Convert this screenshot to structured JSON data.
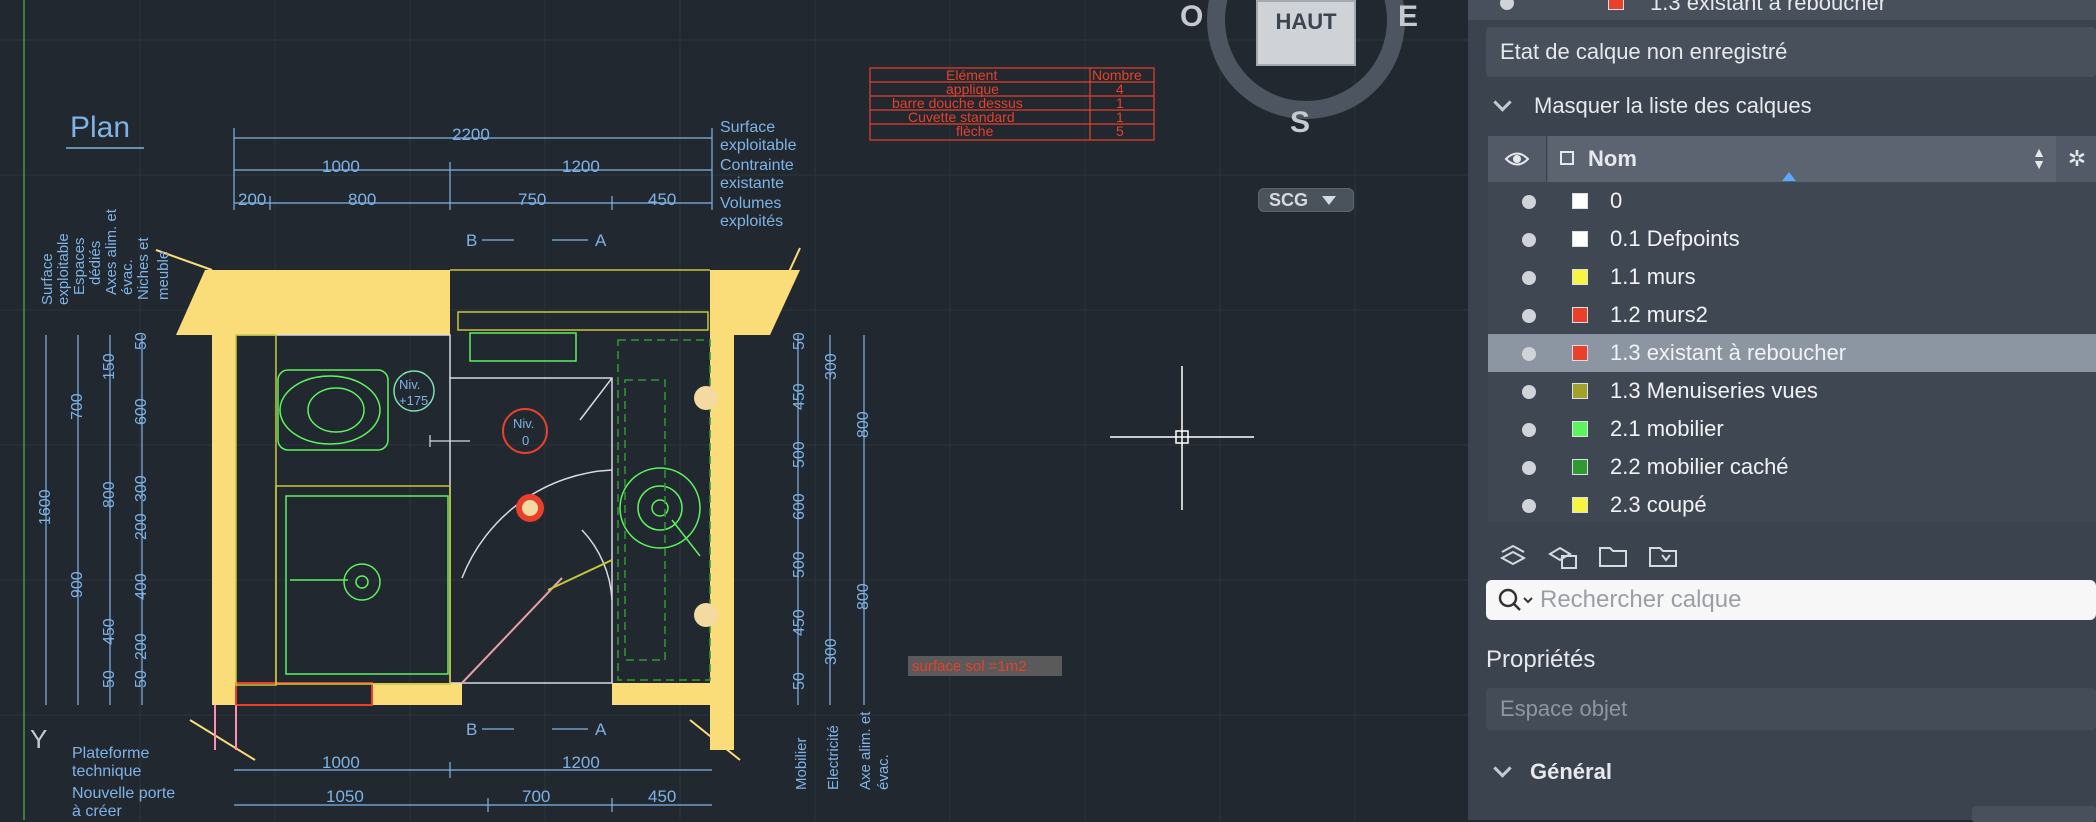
{
  "drawing": {
    "plan_label": "Plan",
    "y_axis": "Y",
    "dims_top": [
      "2200",
      "1000",
      "1200",
      "200",
      "800",
      "750",
      "450"
    ],
    "dims_bottom": [
      "1000",
      "1200",
      "1050",
      "700",
      "450"
    ],
    "dims_right_a": [
      "50",
      "450",
      "500",
      "600",
      "500",
      "450",
      "300",
      "50"
    ],
    "dims_right_b": [
      "300",
      "800",
      "800"
    ],
    "dims_left": [
      "1600",
      "700",
      "800",
      "900",
      "450",
      "150",
      "600",
      "300",
      "200",
      "400",
      "200",
      "50",
      "50",
      "50"
    ],
    "legend_top": [
      "Surface",
      "exploitable",
      "Contrainte",
      "existante",
      "Volumes",
      "exploités"
    ],
    "legend_left": [
      "Surface",
      "exploitable",
      "Espaces",
      "dédiés",
      "Axes alim. et",
      "évac.",
      "Niches et",
      "meuble"
    ],
    "legend_bottom_left": [
      "Plateforme",
      "technique",
      "Nouvelle porte",
      "à créer"
    ],
    "legend_bottom_right": [
      "Mobilier",
      "Electricité",
      "Axe alim. et",
      "évac."
    ],
    "section_marks": [
      "B",
      "A",
      "B",
      "A"
    ],
    "niv_plus": [
      "Niv.",
      "+175"
    ],
    "niv_zero": [
      "Niv.",
      "0"
    ],
    "surface_note": "surface sol =1m2",
    "table": {
      "headers": [
        "Elément",
        "Nombre"
      ],
      "rows": [
        [
          "applique",
          "4"
        ],
        [
          "barre douche dessus",
          "1"
        ],
        [
          "Cuvette standard",
          "1"
        ],
        [
          "flèche",
          "5"
        ]
      ]
    }
  },
  "viewcube": {
    "face": "HAUT",
    "west": "O",
    "east": "E",
    "south": "S"
  },
  "ucs_menu": "SCG",
  "layers_panel": {
    "top_layer_partial": "1.3 existant à reboucher",
    "state": "Etat de calque non enregistré",
    "hide_list": "Masquer la liste des calques",
    "column_name": "Nom",
    "layers": [
      {
        "name": "0",
        "color": "#ffffff"
      },
      {
        "name": "0.1 Defpoints",
        "color": "#ffffff"
      },
      {
        "name": "1.1 murs",
        "color": "#f5f542"
      },
      {
        "name": "1.2 murs2",
        "color": "#e8402a"
      },
      {
        "name": "1.3 existant à reboucher",
        "color": "#e8402a",
        "selected": true
      },
      {
        "name": "1.3 Menuiseries vues",
        "color": "#a3a12e"
      },
      {
        "name": "2.1 mobilier",
        "color": "#5ef25e"
      },
      {
        "name": "2.2 mobilier caché",
        "color": "#2f9a2f"
      },
      {
        "name": "2.3 coupé",
        "color": "#f5f542"
      }
    ],
    "search_placeholder": "Rechercher calque"
  },
  "properties": {
    "title": "Propriétés",
    "space": "Espace objet",
    "general": "Général"
  },
  "colors": {
    "background": "#212830",
    "wall": "#fadc78",
    "dim": "#7fb3e6",
    "fixture": "#5ef25e",
    "red": "#e8402a",
    "panel": "#3b434e"
  }
}
